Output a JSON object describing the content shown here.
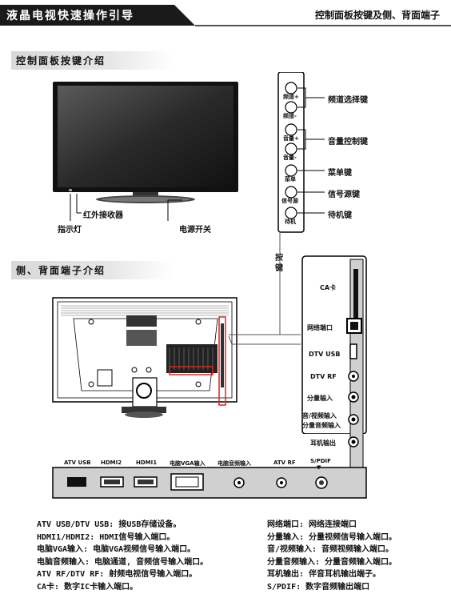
{
  "header": {
    "title": "液晶电视快速操作引导",
    "right_title": "控制面板按键及侧、背面端子"
  },
  "section1": {
    "title": "控制面板按键介绍",
    "tv_labels": {
      "ir": "红外接收器",
      "indicator": "指示灯",
      "power": "电源开关"
    },
    "panel_buttons": [
      {
        "label": "频道+"
      },
      {
        "label": "频道-"
      },
      {
        "label": "音量+"
      },
      {
        "label": "音量-"
      },
      {
        "label": "菜单"
      },
      {
        "label": "信号源"
      },
      {
        "label": "待机"
      }
    ],
    "panel_callouts": {
      "channel": "频道选择键",
      "volume": "音量控制键",
      "menu": "菜单键",
      "source": "信号源键",
      "standby": "待机键"
    },
    "vertical_label": [
      "按",
      "键"
    ]
  },
  "section2": {
    "title": "侧、背面端子介绍",
    "side_ports": [
      {
        "label": "CA卡"
      },
      {
        "label": "网络端口"
      },
      {
        "label": "DTV USB"
      },
      {
        "label": "DTV RF"
      },
      {
        "label": "分量输入"
      },
      {
        "label": "音/视频输入"
      },
      {
        "label": "分量音频输入"
      },
      {
        "label": "耳机输出"
      }
    ],
    "bottom_ports": [
      {
        "label": "ATV USB"
      },
      {
        "label": "HDMI2"
      },
      {
        "label": "HDMI1"
      },
      {
        "label": "电脑VGA输入"
      },
      {
        "label": "电脑音频输入"
      },
      {
        "label": "ATV RF"
      },
      {
        "label": "S/PDIF"
      }
    ]
  },
  "descriptions": {
    "left": [
      "ATV USB/DTV USB: 接USB存储设备。",
      "HDMI1/HDMI2: HDMI信号输入端口。",
      "电脑VGA输入: 电脑VGA视频信号输入端口。",
      "电脑音频输入: 电脑通道, 音频信号输入端口。",
      "ATV RF/DTV RF: 射频电视信号输入端口。",
      "CA卡: 数字IC卡输入端口。"
    ],
    "right": [
      "网络端口: 网络连接端口",
      "分量输入: 分量视频信号输入端口。",
      "音/视频输入: 音频视频输入端口。",
      "分量音频输入: 分量音频输入端口。",
      "耳机输出: 伴音耳机输出端子。",
      "S/PDIF: 数字音频输出端口"
    ]
  }
}
